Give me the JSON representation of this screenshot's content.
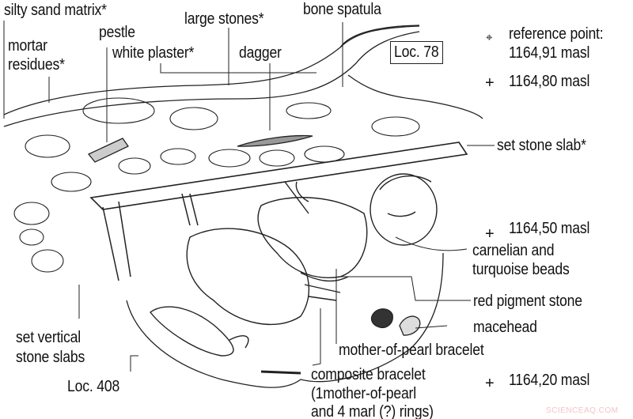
{
  "labels": {
    "silty_sand_matrix": "silty sand matrix*",
    "large_stones": "large stones*",
    "bone_spatula": "bone spatula",
    "pestle": "pestle",
    "mortar_residues_1": "mortar",
    "mortar_residues_2": "residues*",
    "white_plaster": "white plaster*",
    "dagger": "dagger",
    "loc_78": "Loc. 78",
    "reference_point": "reference point:",
    "ref_elevation": "1164,91  masl",
    "elev_1": "1164,80  masl",
    "set_stone_slab": "set stone slab*",
    "elev_2": "1164,50  masl",
    "carnelian_1": "carnelian and",
    "carnelian_2": "turquoise beads",
    "red_pigment_stone": "red pigment stone",
    "macehead": "macehead",
    "mother_of_pearl_bracelet": "mother-of-pearl bracelet",
    "vertical_slabs_1": "set vertical",
    "vertical_slabs_2": "stone slabs",
    "loc_408": "Loc. 408",
    "composite_1": "composite bracelet",
    "composite_2": "(1mother-of-pearl",
    "composite_3": "and 4 marl (?) rings)",
    "elev_3": "1164,20  masl",
    "watermark": "SCIENCEAQ.COM"
  },
  "icons": {
    "reference_marker": "circle-crosshair-icon",
    "elevation_marker": "plus-icon"
  }
}
